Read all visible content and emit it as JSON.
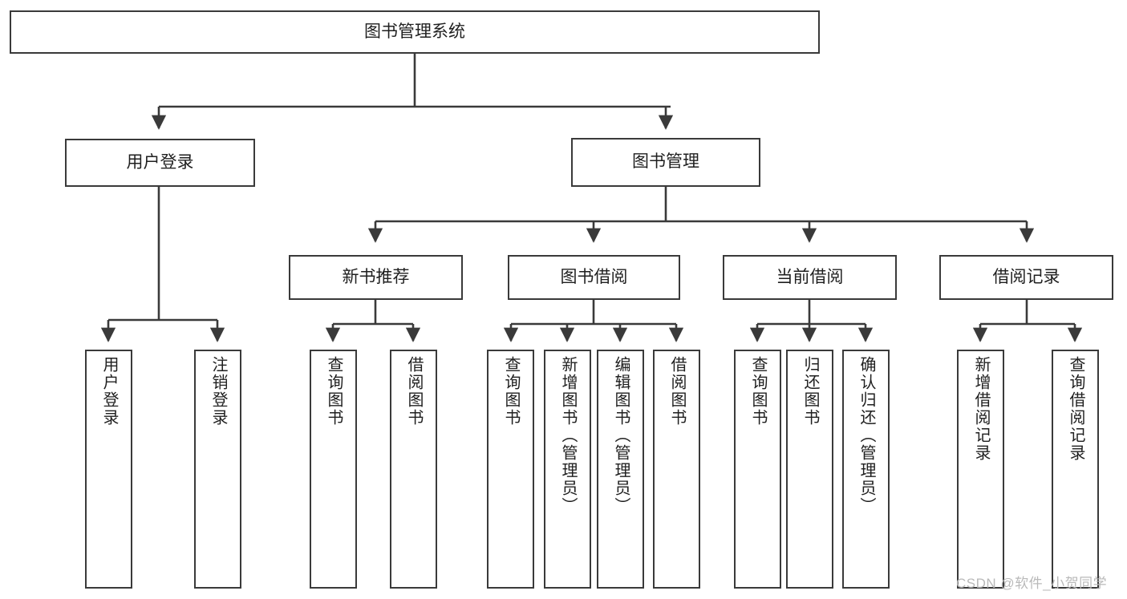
{
  "diagram": {
    "title": "图书管理系统",
    "type": "hierarchical-tree",
    "root": {
      "id": "root",
      "label": "图书管理系统"
    },
    "level2": [
      {
        "id": "user-login",
        "label": "用户登录"
      },
      {
        "id": "book-manage",
        "label": "图书管理"
      }
    ],
    "level3": [
      {
        "id": "new-book-recommend",
        "label": "新书推荐",
        "parent": "book-manage"
      },
      {
        "id": "book-borrow",
        "label": "图书借阅",
        "parent": "book-manage"
      },
      {
        "id": "current-borrow",
        "label": "当前借阅",
        "parent": "book-manage"
      },
      {
        "id": "borrow-record",
        "label": "借阅记录",
        "parent": "book-manage"
      }
    ],
    "leaves": {
      "user_login": [
        {
          "id": "leaf-user-login",
          "label": "用户登录"
        },
        {
          "id": "leaf-logout-login",
          "label": "注销登录"
        }
      ],
      "new_book_recommend": [
        {
          "id": "leaf-query-book-1",
          "label": "查询图书"
        },
        {
          "id": "leaf-borrow-book-1",
          "label": "借阅图书"
        }
      ],
      "book_borrow": [
        {
          "id": "leaf-query-book-2",
          "label": "查询图书"
        },
        {
          "id": "leaf-add-book",
          "label": "新增图书（管理员）"
        },
        {
          "id": "leaf-edit-book",
          "label": "编辑图书（管理员）"
        },
        {
          "id": "leaf-borrow-book-2",
          "label": "借阅图书"
        }
      ],
      "current_borrow": [
        {
          "id": "leaf-query-book-3",
          "label": "查询图书"
        },
        {
          "id": "leaf-return-book",
          "label": "归还图书"
        },
        {
          "id": "leaf-confirm-return",
          "label": "确认归还（管理员）"
        }
      ],
      "borrow_record": [
        {
          "id": "leaf-add-record",
          "label": "新增借阅记录"
        },
        {
          "id": "leaf-query-record",
          "label": "查询借阅记录"
        }
      ]
    }
  },
  "watermark": {
    "text": "CSDN @软件_小贺同学"
  },
  "colors": {
    "border": "#3a3a3a",
    "text": "#1f1f1f",
    "background": "#ffffff",
    "watermark": "#b9b9b9"
  }
}
